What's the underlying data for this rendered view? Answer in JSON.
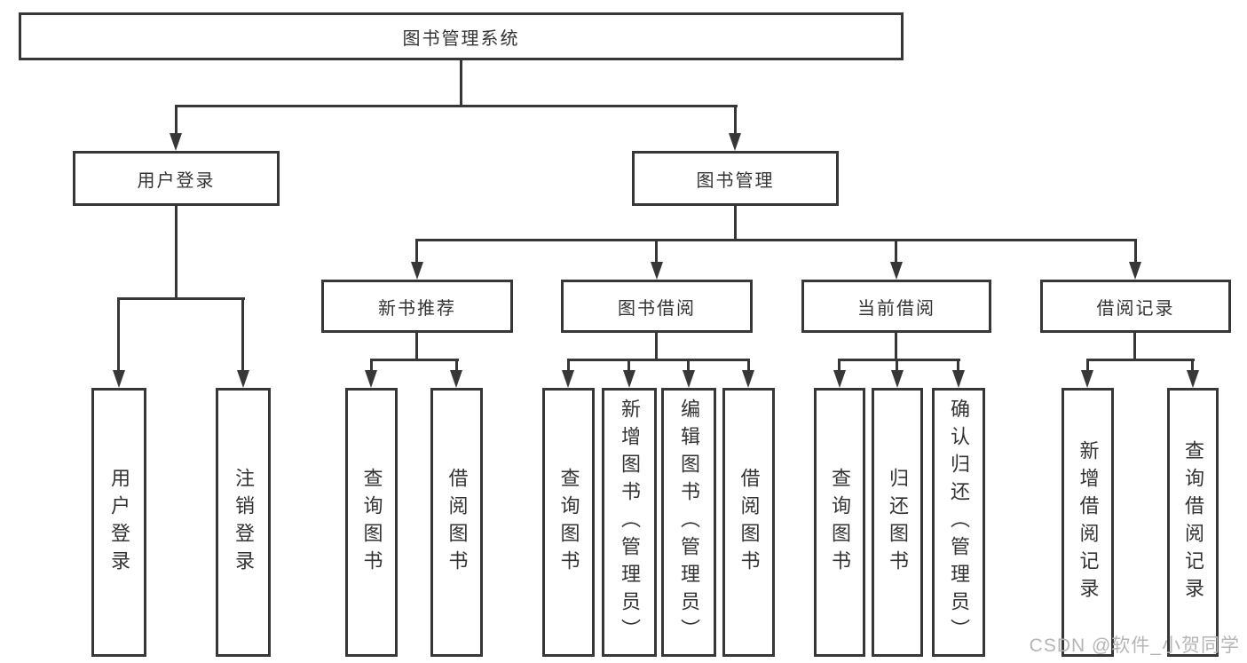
{
  "nodes": {
    "root": "图书管理系统",
    "user_login_group": "用户登录",
    "book_mgmt": "图书管理",
    "new_book_rec": "新书推荐",
    "book_borrow": "图书借阅",
    "current_borrow": "当前借阅",
    "borrow_records": "借阅记录",
    "leaf_user_login": "用户登录",
    "leaf_logout": "注销登录",
    "leaf_query_book_1": "查询图书",
    "leaf_borrow_book_1": "借阅图书",
    "leaf_query_book_2": "查询图书",
    "leaf_add_book": "新增图书（管理员）",
    "leaf_edit_book": "编辑图书（管理员）",
    "leaf_borrow_book_2": "借阅图书",
    "leaf_query_book_3": "查询图书",
    "leaf_return_book": "归还图书",
    "leaf_confirm_return": "确认归还（管理员）",
    "leaf_add_borrow_record": "新增借阅记录",
    "leaf_query_borrow_record": "查询借阅记录"
  },
  "hierarchy": {
    "图书管理系统": {
      "用户登录": [
        "用户登录",
        "注销登录"
      ],
      "图书管理": {
        "新书推荐": [
          "查询图书",
          "借阅图书"
        ],
        "图书借阅": [
          "查询图书",
          "新增图书（管理员）",
          "编辑图书（管理员）",
          "借阅图书"
        ],
        "当前借阅": [
          "查询图书",
          "归还图书",
          "确认归还（管理员）"
        ],
        "借阅记录": [
          "新增借阅记录",
          "查询借阅记录"
        ]
      }
    }
  },
  "watermark": "CSDN @软件_小贺同学",
  "colors": {
    "line": "#373737",
    "box_border": "#373737",
    "text": "#333333",
    "background": "#ffffff",
    "watermark_text": "#b5b5b5"
  }
}
